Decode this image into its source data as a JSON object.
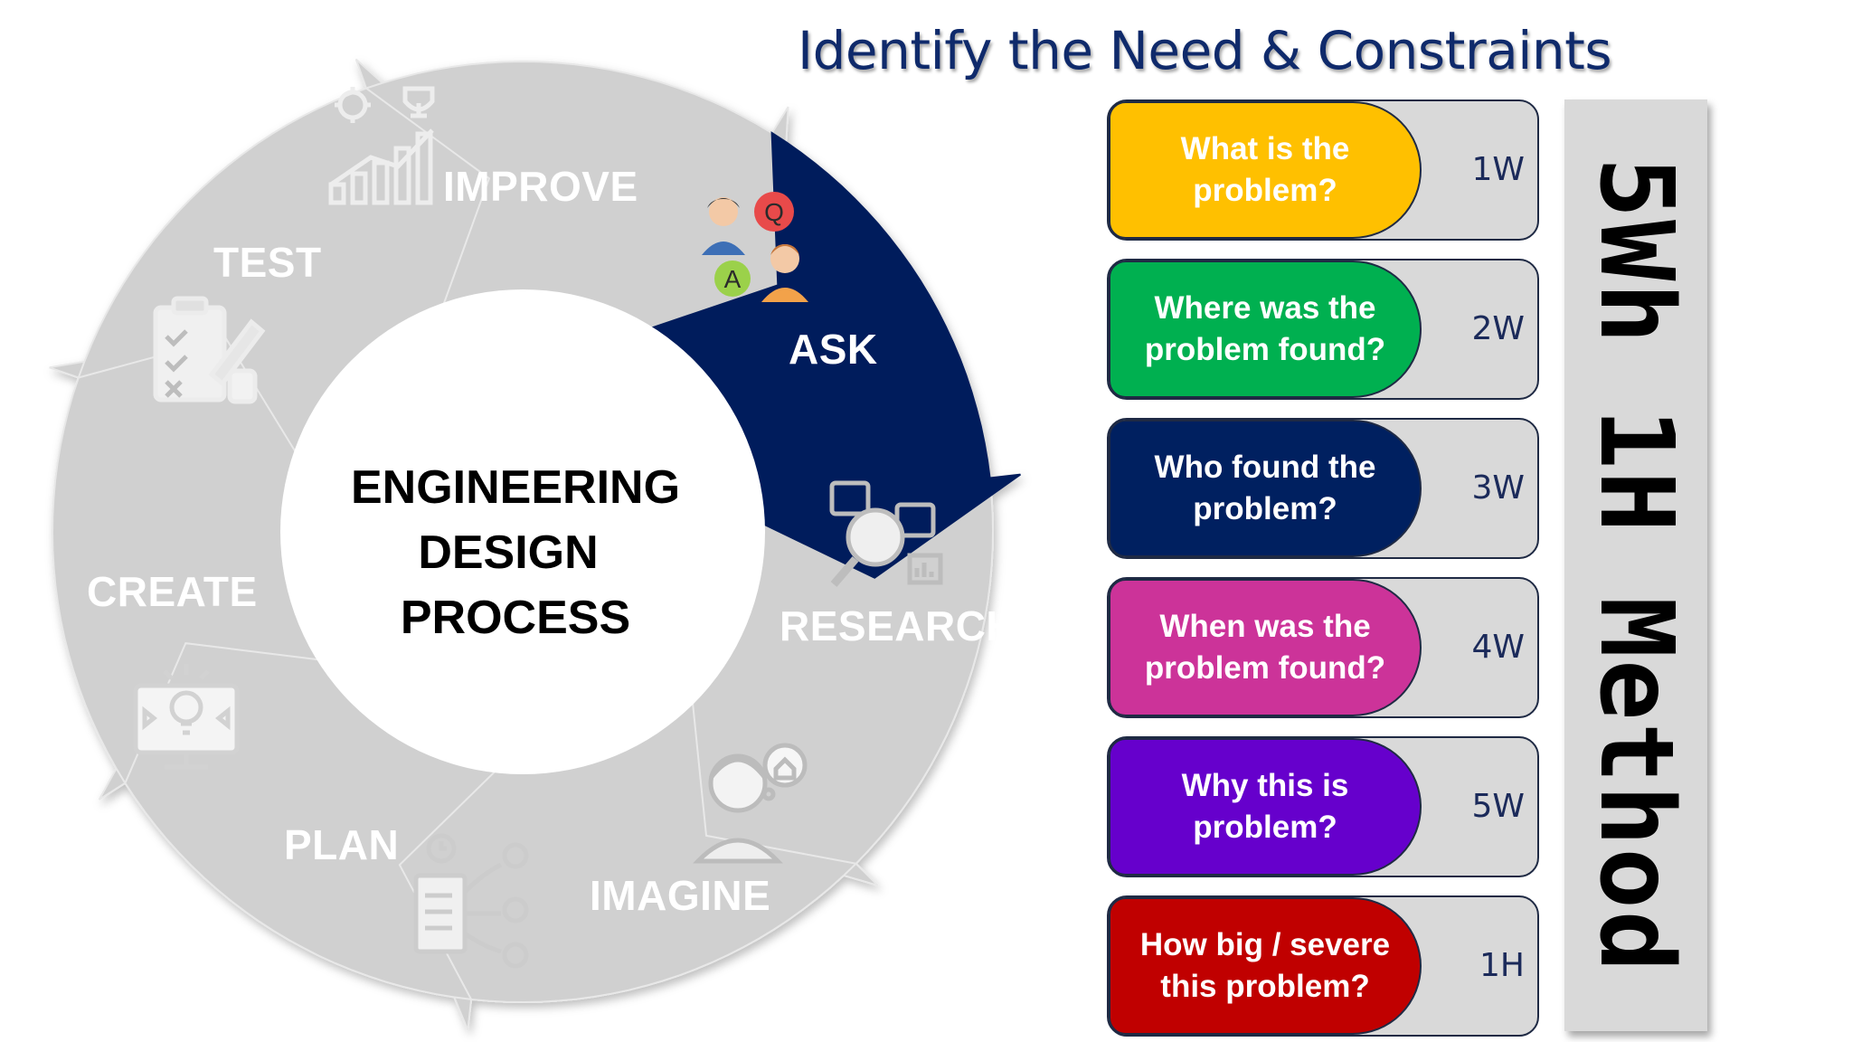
{
  "title": "Identify the Need & Constraints",
  "center_title": [
    "ENGINEERING",
    "DESIGN",
    "PROCESS"
  ],
  "stages": {
    "ask": "ASK",
    "research": "RESEARCH",
    "imagine": "IMAGINE",
    "plan": "PLAN",
    "create": "CREATE",
    "test": "TEST",
    "improve": "IMPROVE"
  },
  "icons": {
    "ask": "question-answer-people-icon",
    "research": "research-magnifier-icon",
    "imagine": "person-thinking-icon",
    "plan": "planning-flow-icon",
    "create": "monitor-lightbulb-icon",
    "test": "checklist-clipboard-icon",
    "improve": "growth-chart-trophy-icon"
  },
  "questions": [
    {
      "text": "What is the problem?",
      "code": "1W",
      "color": "#ffc000"
    },
    {
      "text": "Where was the problem found?",
      "code": "2W",
      "color": "#00b050"
    },
    {
      "text": "Who found the problem?",
      "code": "3W",
      "color": "#002060"
    },
    {
      "text": "When was the problem found?",
      "code": "4W",
      "color": "#cc3399"
    },
    {
      "text": "Why this is problem?",
      "code": "5W",
      "color": "#6600cc"
    },
    {
      "text": "How big / severe this problem?",
      "code": "1H",
      "color": "#c00000"
    }
  ],
  "method": "5Wh 1H Method",
  "colors": {
    "active_stage": "#001f5b",
    "inactive_stage": "#d0d0d0",
    "title": "#0f2a6b"
  }
}
